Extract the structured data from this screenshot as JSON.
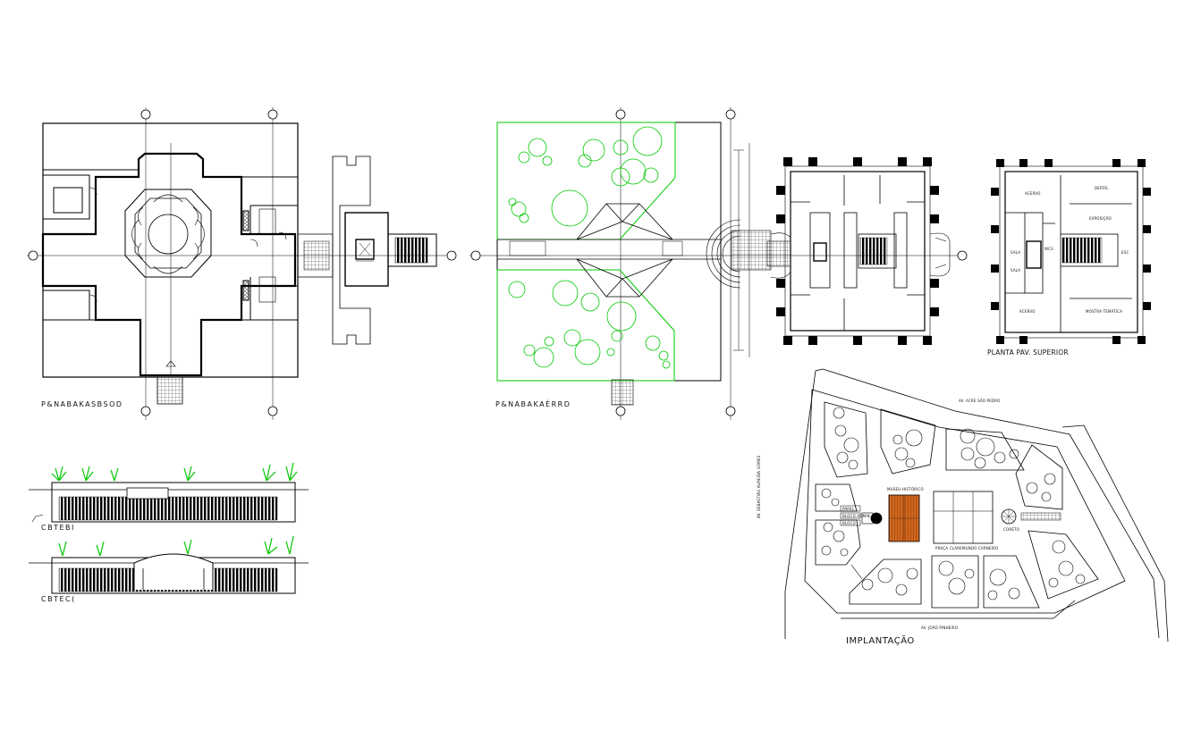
{
  "titles": {
    "plan_subsolo": "P&NABAKASBSOD",
    "plan_terreo": "P&NABAKAÉRRD",
    "plan_superior": "PLANTA PAV. SUPERIOR",
    "implantacao": "IMPLANTAÇÃO",
    "section_1": "CBTEBI",
    "section_2": "CBTEC("
  },
  "site_labels": {
    "museu": "MUSEU HISTÓRICO",
    "praca": "PRAÇA CLAREMUNDO CARNEIRO",
    "coreto": "CORETO",
    "street_top": "AV. ACRE SÃO PEDRO",
    "street_bottom": "AV. JOÃO PINHEIRO",
    "street_left": "AV. SEBASTIÃO ALMEIDA GOMES",
    "kiosk_a": "PAPAL",
    "kiosk_b": "BLOCO ADMIN",
    "kiosk_c": "BLOCO"
  },
  "room_labels_superior": {
    "acervo_1": "ACERVO",
    "acervo_2": "ACERVO",
    "deposito": "DEPÓS.",
    "exposicao": "EXPOSIÇÃO",
    "mostra_tematica": "MOSTRA TEMÁTICA",
    "sanitario": "WCS",
    "escada": "ESC",
    "ala_a": "SALA",
    "ala_b": "SALA"
  },
  "colors": {
    "line": "#000000",
    "vegetation": "#00c800",
    "wood": "#d2691e",
    "paper": "#ffffff"
  }
}
